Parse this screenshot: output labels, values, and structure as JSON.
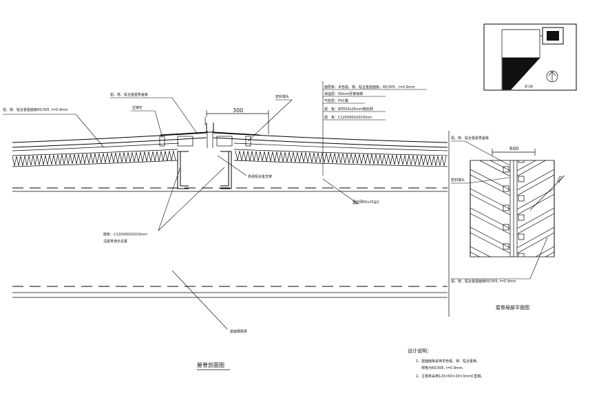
{
  "section": {
    "title": "屋脊剖面图",
    "labels": {
      "roof_panel_left": "铝、镁、锰合金屋面板65/305, t=0.9mm",
      "ridge_cap": "铝、镁、锰合金屋脊盖板",
      "rivet": "拉铆钉",
      "sealant_top": "密封填头",
      "dimension": "300",
      "support": "高强铝合金支架",
      "purlin": "檩条：C120X60X20X3mm",
      "purlin_note": "沿屋脊通长设置",
      "mesh": "钢丝网50x25@2",
      "beam": "屋面钢梁梁"
    },
    "layers": [
      "面层板：本色铝、镁、锰合金屋面板，65/305，t=0.9mm",
      "保温层：50mm厚玻璃棉",
      "气密层：PVC膜",
      "底　板：Ø3550x25mm钢丝网",
      "檩　条：C120X60X20X3mm"
    ]
  },
  "plan": {
    "title": "屋脊局部平面图",
    "labels": {
      "ridge_cap": "铝、镁、锰合金屋脊盖板",
      "dimension": "600",
      "sealant": "密封填头",
      "dim_305": "305",
      "roof_panel": "铝、镁、锰合金屋面板65/305, t=0.9mm"
    }
  },
  "key_plan": {
    "caption": "索引图"
  },
  "notes": {
    "title": "设计说明：",
    "items": [
      "1、屋面面板采用本色铝、镁、锰合金板、",
      "规格为65/305, t=0.9mm.",
      "2、主檩条采用120×60×20×3mmC型钢。"
    ]
  }
}
